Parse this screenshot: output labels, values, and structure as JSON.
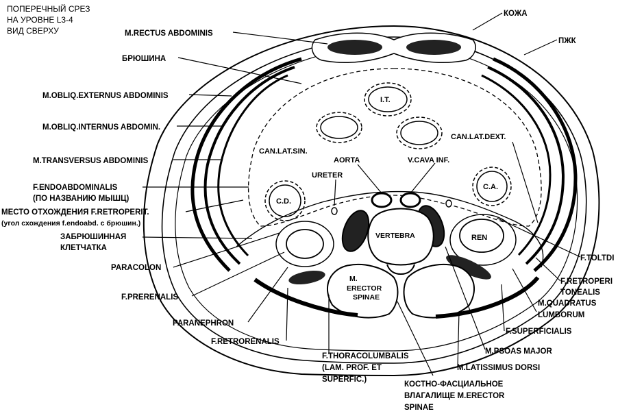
{
  "header": {
    "line1": "ПОПЕРЕЧНЫЙ СРЕЗ",
    "line2": "НА УРОВНЕ L3-4",
    "line3": "ВИД СВЕРХУ"
  },
  "labels": {
    "rectus": "M.RECTUS ABDOMINIS",
    "peritoneum": "БРЮШИНА",
    "obliq_ext": "M.OBLIQ.EXTERNUS ABDOMINIS",
    "obliq_int": "M.OBLIQ.INTERNUS ABDOMIN.",
    "transversus": "M.TRANSVERSUS ABDOMINIS",
    "endoabd_1": "F.ENDOABDOMINALIS",
    "endoabd_2": "(ПО НАЗВАНИЮ МЫШЦ)",
    "retroperit_origin_1": "МЕСТО ОТХОЖДЕНИЯ F.RETROPERIT.",
    "retroperit_origin_2": "(угол схождения f.endoabd. с брюшин.)",
    "retroperit_tissue_1": "ЗАБРЮШИННАЯ",
    "retroperit_tissue_2": "КЛЕТЧАТКА",
    "paracolon": "PARACOLON",
    "prerenalis": "F.PRERENALIS",
    "paranephron": "PARANEPHRON",
    "retrorenalis": "F.RETRORENALIS",
    "thoracolumb_1": "F.THORACOLUMBALIS",
    "thoracolumb_2": "(LAM. PROF. ET",
    "thoracolumb_3": "SUPERFIC.)",
    "sheath_1": "КОСТНО-ФАСЦИАЛЬНОЕ",
    "sheath_2": "ВЛАГАЛИЩЕ M.ERECTOR",
    "sheath_3": "SPINAE",
    "latissimus": "M.LATISSIMUS DORSI",
    "psoas": "M.PSOAS MAJOR",
    "superficialis": "F.SUPERFICIALIS",
    "quadratus_1": "M.QUADRATUS",
    "quadratus_2": "LUMBORUM",
    "retroperitonealis_1": "F.RETROPERI",
    "retroperitonealis_2": "TONEALIS",
    "toltdi": "F.TOLTDI",
    "skin": "КОЖА",
    "subcutis": "ПЖК",
    "can_lat_dext": "CAN.LAT.DEXT.",
    "can_lat_sin": "CAN.LAT.SIN.",
    "aorta": "AORTA",
    "vcava": "V.CAVA INF.",
    "ureter": "URETER",
    "it": "I.T.",
    "cd": "C.D.",
    "ca": "C.A.",
    "vertebra": "VERTEBRA",
    "ren": "REN",
    "erector_1": "M.",
    "erector_2": "ERECTOR",
    "erector_3": "SPINAE"
  }
}
